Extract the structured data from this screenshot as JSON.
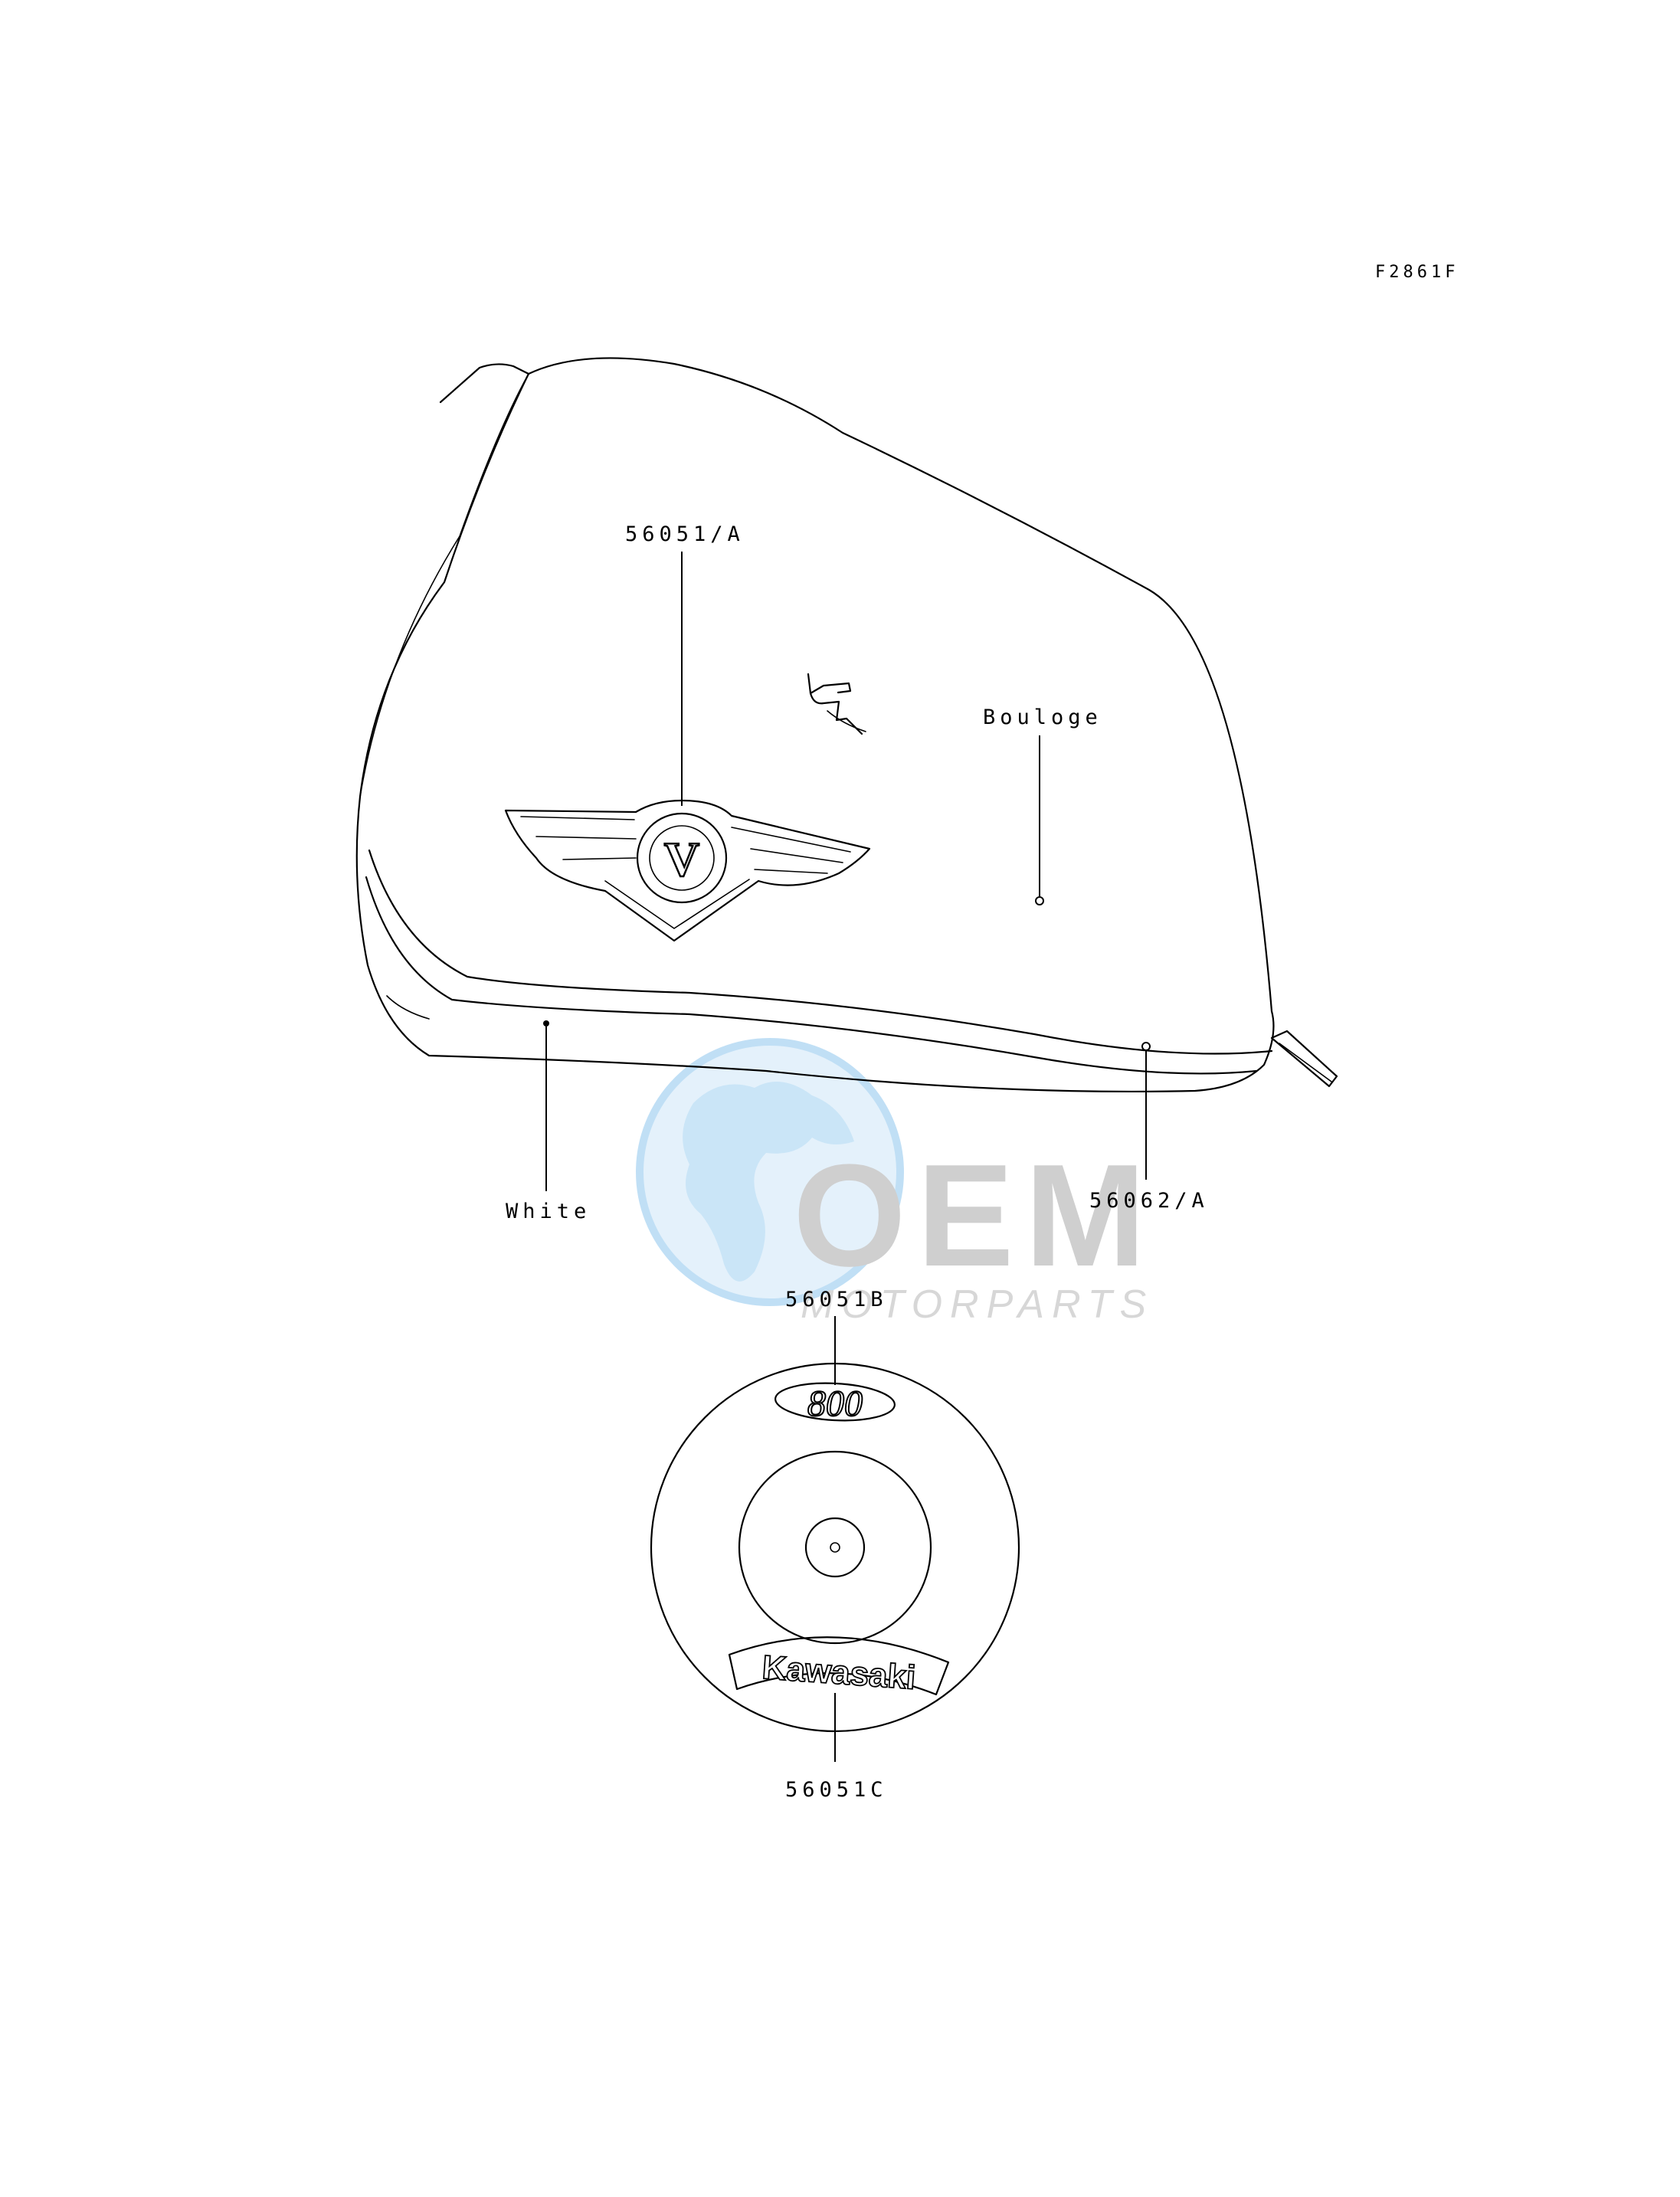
{
  "figure_code": "F2861F",
  "callouts": {
    "tank_emblem": "56051/A",
    "bouloge": "Bouloge",
    "white": "White",
    "stripe": "56062/A",
    "cover_upper": "56051B",
    "cover_lower": "56051C"
  },
  "emblems": {
    "tank_badge_letter": "V",
    "cover_badge_upper": "800",
    "cover_badge_lower": "Kawasaki"
  },
  "watermark": {
    "brand": "OEM",
    "tagline": "MOTORPARTS",
    "color_gray": "#b8b8b8",
    "color_blue": "#8ec6ee"
  }
}
